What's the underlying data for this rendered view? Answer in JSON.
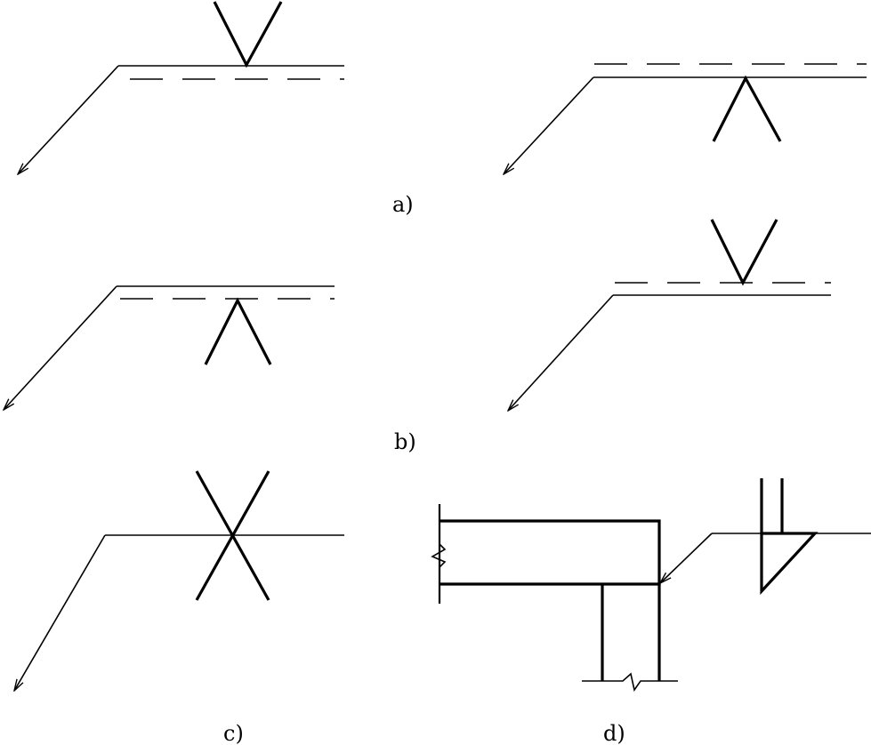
{
  "figure_labels": {
    "a": "a)",
    "b": "b)",
    "c": "c)",
    "d": "d)"
  },
  "ink_color": "#000000",
  "background_color": "#ffffff"
}
